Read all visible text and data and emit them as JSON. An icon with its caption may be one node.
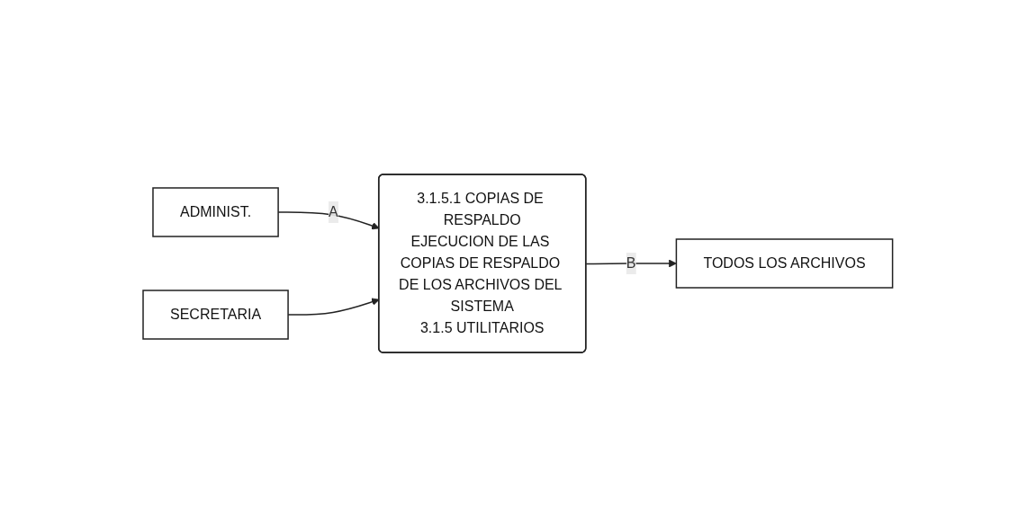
{
  "diagram": {
    "nodes": [
      {
        "text": [
          "ADMINIST."
        ]
      },
      {
        "text": [
          "SECRETARIA"
        ]
      },
      {
        "text": [
          "3.1.5.1 COPIAS DE RESPALDO",
          "EJECUCION DE LAS COPIAS DE RESPALDO DE LOS ARCHIVOS DEL SISTEMA",
          "3.1.5 UTILITARIOS"
        ]
      },
      {
        "text": [
          "TODOS LOS ARCHIVOS"
        ]
      }
    ],
    "edges": [
      {
        "from": 0,
        "to": 2,
        "arrow": "to",
        "label": "A"
      },
      {
        "from": 1,
        "to": 2,
        "arrow": "to"
      },
      {
        "from": 2,
        "to": 3,
        "arrow": "to",
        "label": "B"
      }
    ]
  }
}
